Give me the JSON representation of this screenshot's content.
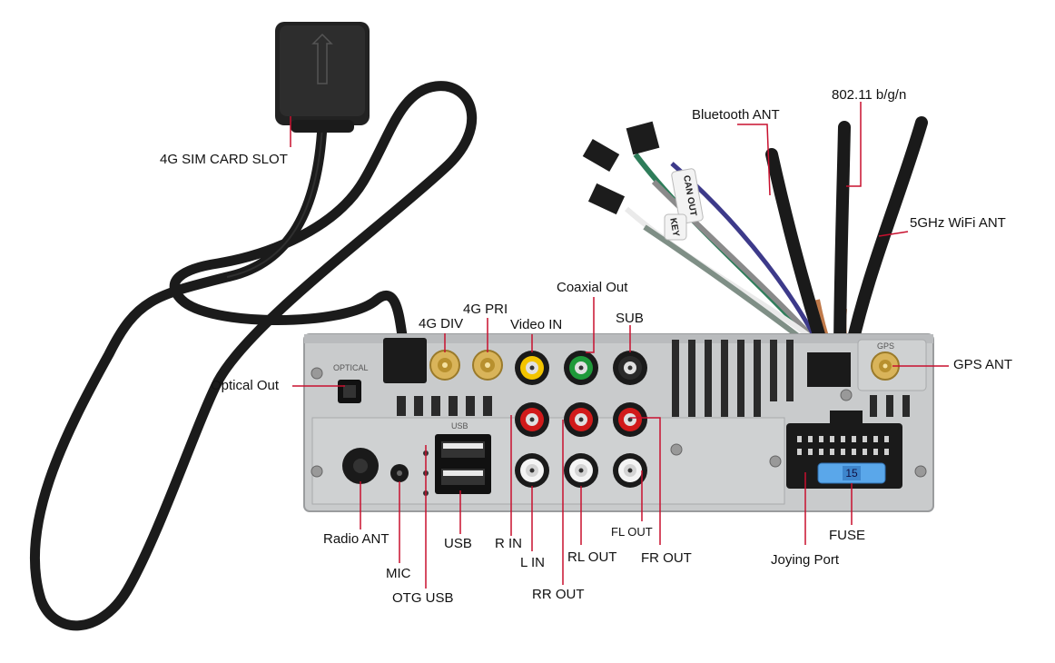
{
  "labels": {
    "sim_slot": "4G SIM CARD SLOT",
    "optical_out": "Optical Out",
    "div_4g": "4G DIV",
    "pri_4g": "4G PRI",
    "video_in": "Video IN",
    "coaxial_out": "Coaxial Out",
    "sub": "SUB",
    "bluetooth_ant": "Bluetooth ANT",
    "wifi_80211": "802.11 b/g/n",
    "wifi_5ghz": "5GHz WiFi ANT",
    "gps_ant": "GPS ANT",
    "radio_ant": "Radio ANT",
    "usb": "USB",
    "r_in": "R IN",
    "l_in": "L IN",
    "rl_out": "RL OUT",
    "rr_out": "RR OUT",
    "fl_out": "FL OUT",
    "fr_out": "FR OUT",
    "mic": "MIC",
    "otg_usb": "OTG USB",
    "joying_port": "Joying Port",
    "fuse": "FUSE"
  },
  "panel_markings": {
    "fuse_rating": "15",
    "can_tag": "CAN OUT",
    "key_tag": "KEY",
    "gps_print": "GPS",
    "optical_print": "OPTICAL",
    "usb_print": "USB"
  },
  "colors": {
    "panel": "#c9cbcc",
    "rca_yellow": "#f2c400",
    "rca_green": "#1f9a3a",
    "rca_black": "#1a1a1a",
    "rca_red": "#d11a1a",
    "rca_white": "#f4f4f4",
    "gold": "#c9a23a",
    "fuse_blue": "#5aa7ea",
    "leader_red": "#c8102e"
  }
}
